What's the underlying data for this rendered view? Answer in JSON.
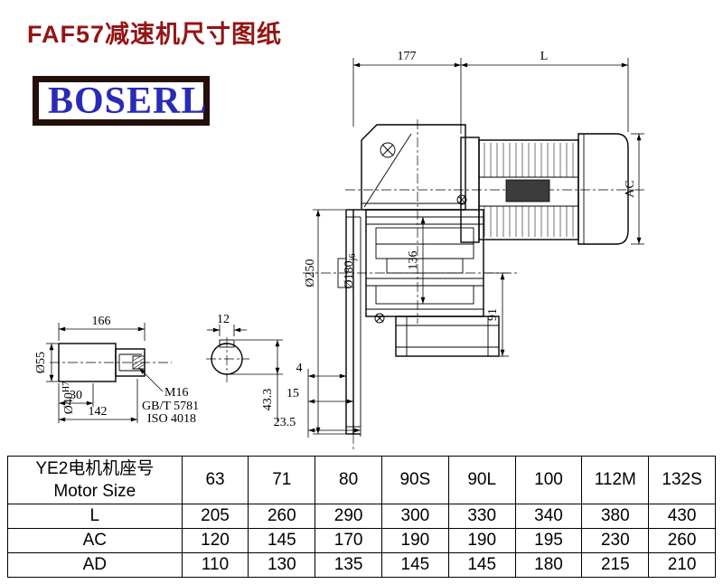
{
  "page": {
    "title": "FAF57减速机尺寸图纸",
    "logo_text": "BOSERL"
  },
  "drawing": {
    "dims": {
      "housing_length": "177",
      "motor_length_label": "L",
      "motor_height_label": "AC",
      "flange_diameter": "Ø250",
      "spigot_diameter": "Ø180",
      "spigot_tolerance": "j6",
      "bearing_span": "136",
      "shaft_height": "91",
      "flange_offset_1": "4",
      "flange_offset_2": "15",
      "flange_offset_3": "23.5",
      "keyway_depth": "43.3",
      "bore_length": "166",
      "keyway_width": "12",
      "hub_outer_diameter": "Ø55",
      "bore_diameter": "Ø40",
      "bore_fit": "H7",
      "key_start": "30",
      "bore_depth": "142",
      "thread_size": "M16",
      "thread_standard_gb": "GB/T 5781",
      "thread_standard_iso": "ISO 4018"
    }
  },
  "table": {
    "header": {
      "line1": "YE2电机机座号",
      "line2": "Motor Size"
    },
    "columns": [
      "63",
      "71",
      "80",
      "90S",
      "90L",
      "100",
      "112M",
      "132S"
    ],
    "rows": [
      {
        "label": "L",
        "values": [
          "205",
          "260",
          "290",
          "300",
          "330",
          "340",
          "380",
          "430"
        ]
      },
      {
        "label": "AC",
        "values": [
          "120",
          "145",
          "170",
          "190",
          "190",
          "195",
          "230",
          "260"
        ]
      },
      {
        "label": "AD",
        "values": [
          "110",
          "130",
          "135",
          "145",
          "145",
          "180",
          "215",
          "210"
        ]
      }
    ]
  }
}
